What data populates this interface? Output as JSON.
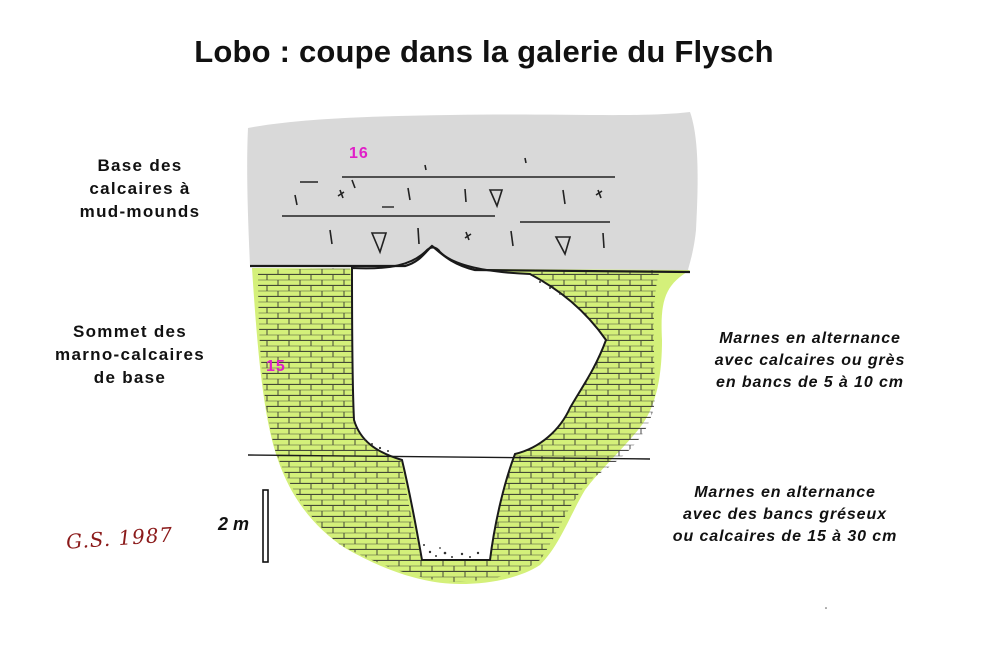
{
  "title": "Lobo : coupe dans la galerie du Flysch",
  "labels": {
    "upper_left": [
      "Base des",
      "calcaires à",
      "mud-mounds"
    ],
    "middle_left": [
      "Sommet des",
      "marno-calcaires",
      "de base"
    ],
    "upper_right": [
      "Marnes en alternance",
      "avec calcaires ou grès",
      "en bancs de 5 à 10 cm"
    ],
    "lower_right": [
      "Marnes en alternance",
      "avec des bancs gréseux",
      "ou calcaires de 15 à 30 cm"
    ]
  },
  "unit_numbers": {
    "upper": "16",
    "lower": "15"
  },
  "scale": {
    "label": "2 m"
  },
  "signature": "G.S. 1987",
  "colors": {
    "limestone": "#d9d9d9",
    "marl": "#d4f07a",
    "unit_number": "#e020c8",
    "signature": "#8b1a1a"
  }
}
